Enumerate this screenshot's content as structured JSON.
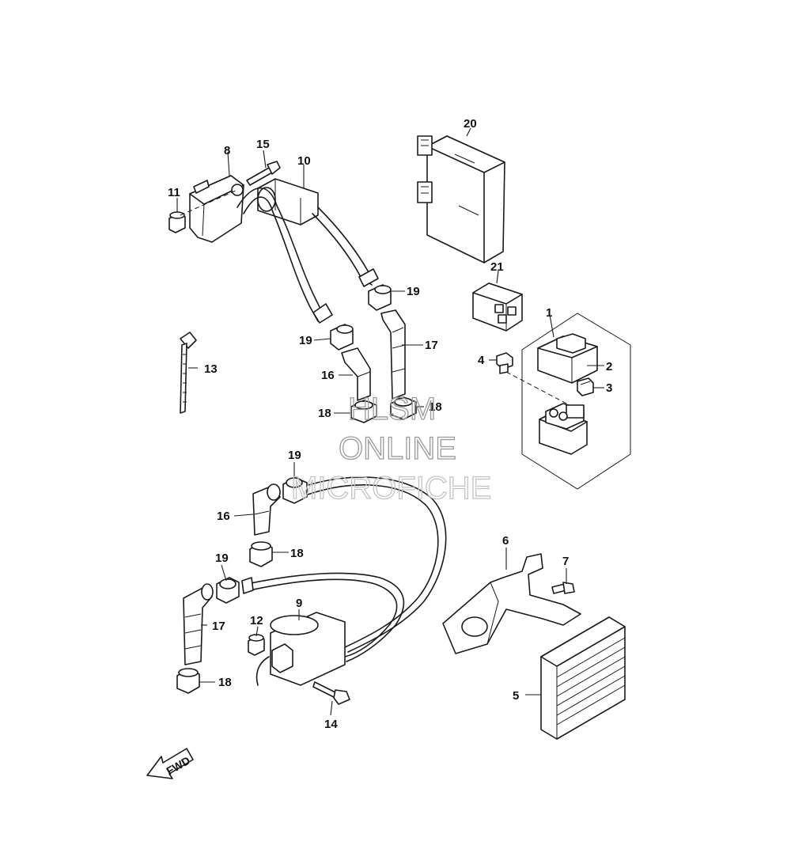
{
  "callouts": {
    "c1": "1",
    "c2": "2",
    "c3": "3",
    "c4": "4",
    "c5": "5",
    "c6": "6",
    "c7": "7",
    "c8": "8",
    "c9": "9",
    "c10": "10",
    "c11": "11",
    "c12": "12",
    "c13": "13",
    "c14": "14",
    "c15": "15",
    "c16a": "16",
    "c16b": "16",
    "c17a": "17",
    "c17b": "17",
    "c18a": "18",
    "c18b": "18",
    "c18c": "18",
    "c18d": "18",
    "c19a": "19",
    "c19b": "19",
    "c19c": "19",
    "c19d": "19",
    "c20": "20",
    "c21": "21"
  },
  "watermark": {
    "line1": "HLSM",
    "line2": "ONLINE",
    "line3": "MICROFICHE"
  },
  "direction_arrow": {
    "label": "FWD"
  }
}
